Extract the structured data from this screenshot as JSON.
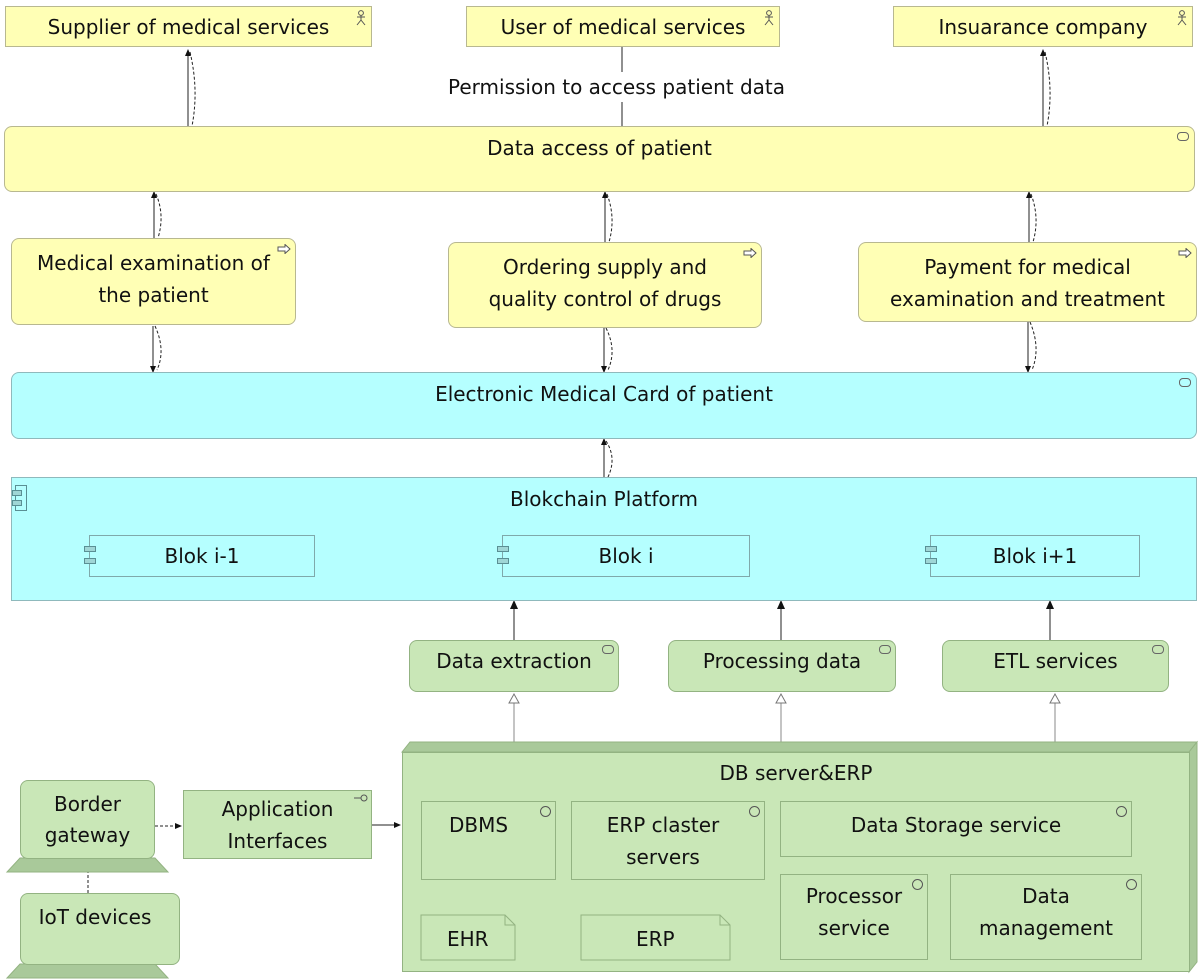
{
  "actors": {
    "supplier": "Supplier of medical services",
    "user": "User of medical services",
    "insurance": "Insuarance company"
  },
  "permission_label": "Permission to access patient data",
  "data_access": "Data access of patient",
  "processes": {
    "exam_l1": "Medical examination of",
    "exam_l2": "the patient",
    "order_l1": "Ordering supply and",
    "order_l2": "quality control of drugs",
    "pay_l1": "Payment for medical",
    "pay_l2": "examination and treatment"
  },
  "emc": "Electronic Medical Card of patient",
  "blockchain": {
    "title": "Blokchain Platform",
    "blocks": [
      "Blok i-1",
      "Blok i",
      "Blok i+1"
    ]
  },
  "services": {
    "extraction": "Data extraction",
    "processing": "Processing data",
    "etl": "ETL services"
  },
  "db_server": {
    "title": "DB server&ERP",
    "dbms": "DBMS",
    "erp_l1": "ERP claster",
    "erp_l2": "servers",
    "storage": "Data Storage service",
    "processor_l1": "Processor",
    "processor_l2": "service",
    "datamgmt_l1": "Data",
    "datamgmt_l2": "management",
    "ehr": "EHR",
    "erp": "ERP"
  },
  "gateway": {
    "border_l1": "Border",
    "border_l2": "gateway",
    "iot": "IoT devices"
  },
  "app_interfaces_l1": "Application",
  "app_interfaces_l2": "Interfaces",
  "colors": {
    "business": "#ffffb5",
    "application": "#b5ffff",
    "technology": "#c9e7b7"
  }
}
